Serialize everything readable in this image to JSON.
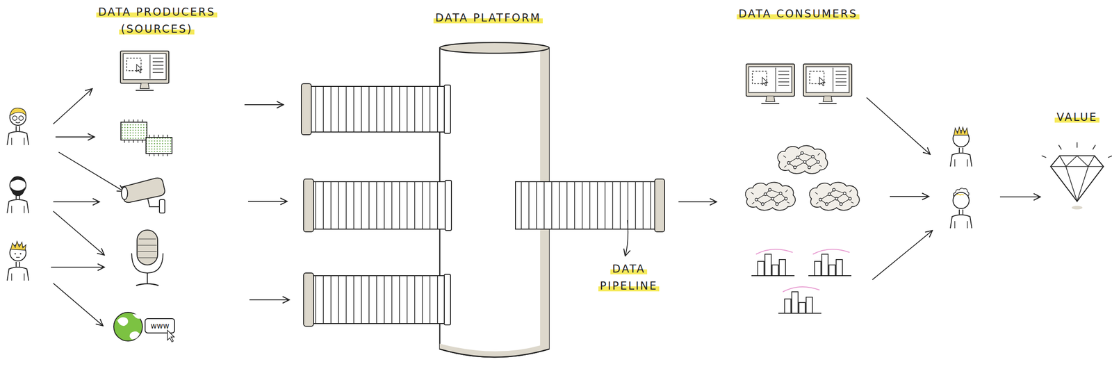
{
  "diagram": {
    "nodes": [
      {
        "text": [
          "DATA PLATFORM"
        ]
      },
      {
        "text": [
          "VALUE"
        ]
      }
    ],
    "labels": [
      "DATA PRODUCERS (SOURCES)",
      "www",
      "DATA PIPELINE",
      "DATA CONSUMERS"
    ]
  }
}
